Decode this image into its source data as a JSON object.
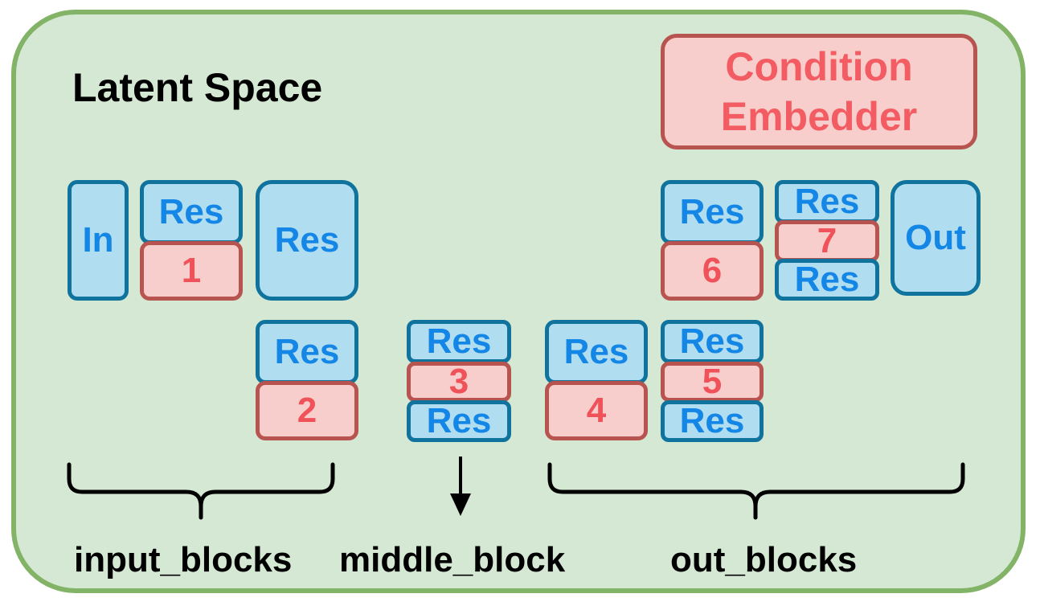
{
  "title": "Latent Space",
  "embedder": {
    "line1": "Condition",
    "line2": "Embedder"
  },
  "blocks": {
    "in": "In",
    "res": "Res",
    "out": "Out",
    "n1": "1",
    "n2": "2",
    "n3": "3",
    "n4": "4",
    "n5": "5",
    "n6": "6",
    "n7": "7"
  },
  "groups": {
    "input": "input_blocks",
    "middle": "middle_block",
    "output": "out_blocks"
  },
  "colors": {
    "panel_fill": "#d5e8d4",
    "panel_stroke": "#82b366",
    "blue_fill": "#b1ddf0",
    "blue_stroke": "#10739e",
    "blue_text": "#1486e6",
    "red_fill": "#f8cecc",
    "red_stroke": "#b85450",
    "red_text": "#f0525a"
  }
}
